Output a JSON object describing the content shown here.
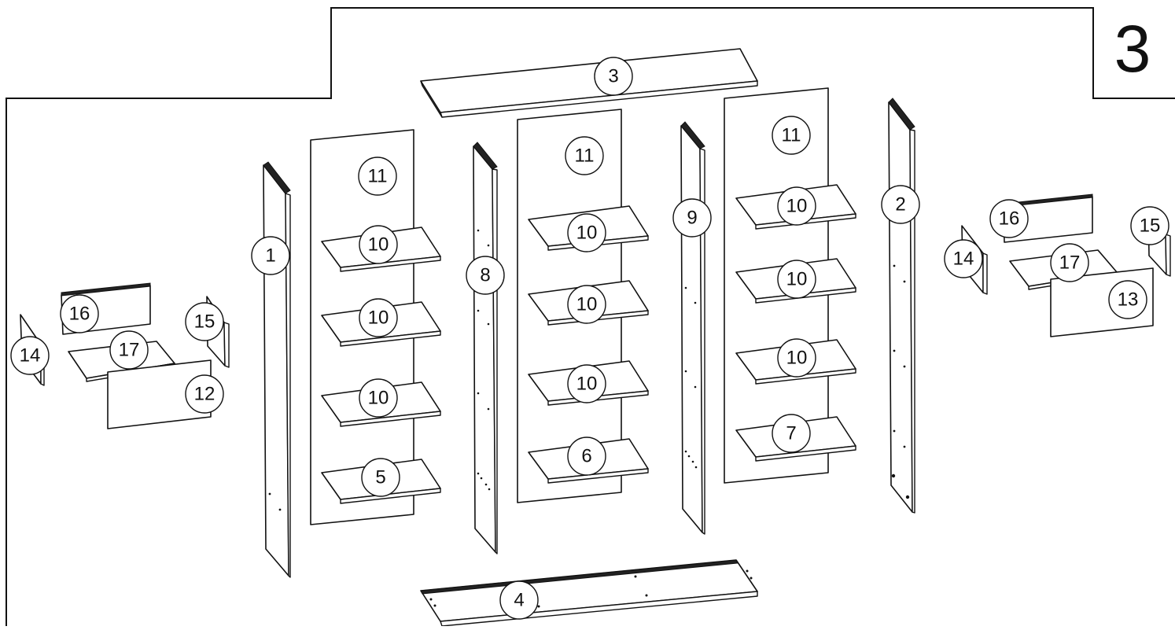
{
  "diagram": {
    "step_number": "3",
    "colors": {
      "line": "#111111",
      "background": "#ffffff"
    },
    "callouts": [
      {
        "id": "c1",
        "label": "1"
      },
      {
        "id": "c2",
        "label": "2"
      },
      {
        "id": "c3",
        "label": "3"
      },
      {
        "id": "c4",
        "label": "4"
      },
      {
        "id": "c5",
        "label": "5"
      },
      {
        "id": "c6",
        "label": "6"
      },
      {
        "id": "c7",
        "label": "7"
      },
      {
        "id": "c8",
        "label": "8"
      },
      {
        "id": "c9",
        "label": "9"
      },
      {
        "id": "c10a",
        "label": "10"
      },
      {
        "id": "c10b",
        "label": "10"
      },
      {
        "id": "c10c",
        "label": "10"
      },
      {
        "id": "c10d",
        "label": "10"
      },
      {
        "id": "c10e",
        "label": "10"
      },
      {
        "id": "c10f",
        "label": "10"
      },
      {
        "id": "c10g",
        "label": "10"
      },
      {
        "id": "c10h",
        "label": "10"
      },
      {
        "id": "c10i",
        "label": "10"
      },
      {
        "id": "c11a",
        "label": "11"
      },
      {
        "id": "c11b",
        "label": "11"
      },
      {
        "id": "c11c",
        "label": "11"
      },
      {
        "id": "c12",
        "label": "12"
      },
      {
        "id": "c13",
        "label": "13"
      },
      {
        "id": "c14a",
        "label": "14"
      },
      {
        "id": "c14b",
        "label": "14"
      },
      {
        "id": "c15a",
        "label": "15"
      },
      {
        "id": "c15b",
        "label": "15"
      },
      {
        "id": "c16a",
        "label": "16"
      },
      {
        "id": "c16b",
        "label": "16"
      },
      {
        "id": "c17a",
        "label": "17"
      },
      {
        "id": "c17b",
        "label": "17"
      }
    ]
  }
}
